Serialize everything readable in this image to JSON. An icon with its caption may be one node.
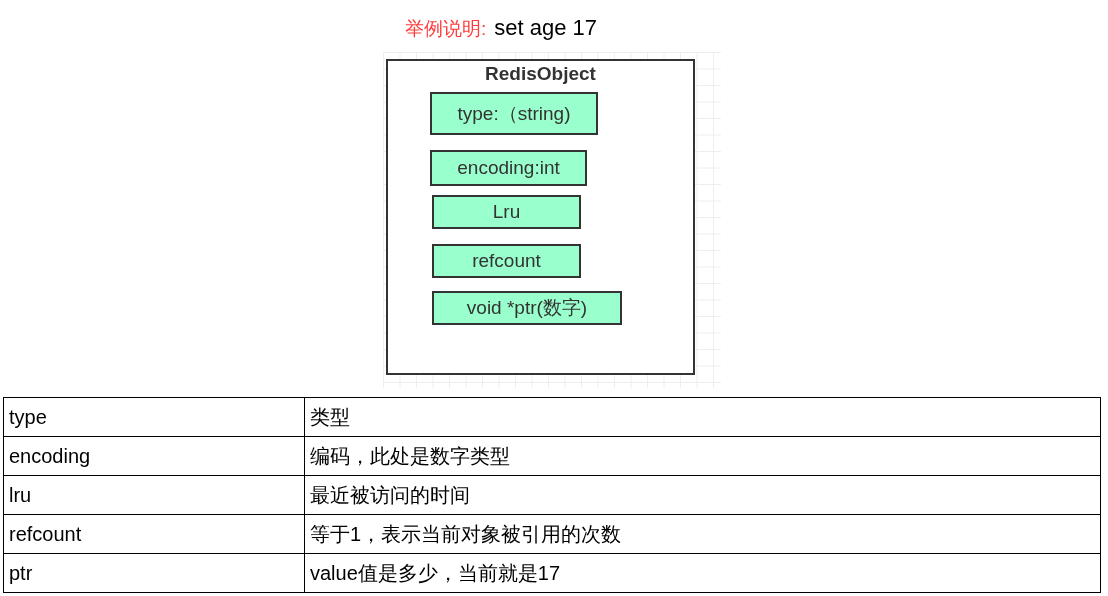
{
  "diagram": {
    "title": "举例说明:",
    "nodes": [
      {
        "text": [
          "RedisObject"
        ]
      },
      {
        "text": [
          "type:（string)"
        ],
        "in": 0
      },
      {
        "text": [
          "encoding:int"
        ],
        "in": 0
      },
      {
        "text": [
          "Lru"
        ],
        "in": 0
      },
      {
        "text": [
          "refcount"
        ],
        "in": 0
      },
      {
        "text": [
          "void *ptr(数字)"
        ],
        "in": 0
      }
    ],
    "labels": [
      "set age 17",
      "type",
      "类型",
      "encoding",
      "编码，此处是数字类型",
      "lru",
      "最近被访问的时间",
      "refcount",
      "等于1，表示当前对象被引用的次数",
      "ptr",
      "value值是多少，当前就是17"
    ]
  }
}
